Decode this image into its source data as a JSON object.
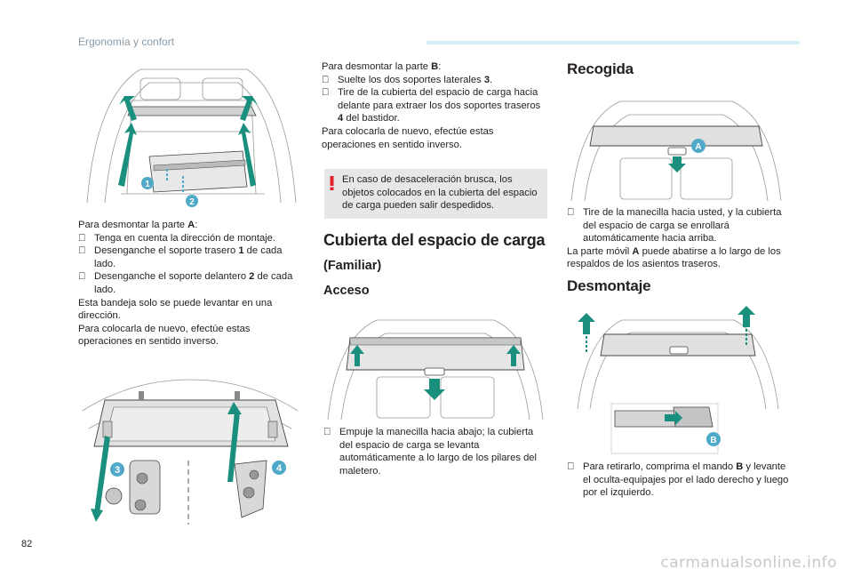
{
  "header": {
    "title": "Ergonomía y confort"
  },
  "page_number": "82",
  "watermark": "carmanualsonline.info",
  "col1": {
    "intro": "Para desmontar la parte ",
    "intro_letter": "A",
    "intro_end": ":",
    "bullets": [
      {
        "text": "Tenga en cuenta la dirección de montaje."
      },
      {
        "pre": "Desenganche el soporte trasero ",
        "bold": "1",
        "post": " de cada lado."
      },
      {
        "pre": "Desenganche el soporte delantero ",
        "bold": "2",
        "post": " de cada lado."
      }
    ],
    "para1": "Esta bandeja solo se puede levantar en una dirección.",
    "para2": "Para colocarla de nuevo, efectúe estas operaciones en sentido inverso."
  },
  "col2": {
    "intro": "Para desmontar la parte ",
    "intro_letter": "B",
    "intro_end": ":",
    "bullets": [
      {
        "pre": "Suelte los dos soportes laterales ",
        "bold": "3",
        "post": "."
      },
      {
        "pre": "Tire de la cubierta del espacio de carga hacia delante para extraer los dos soportes traseros ",
        "bold": "4",
        "post": " del bastidor."
      }
    ],
    "para": "Para colocarla de nuevo, efectúe estas operaciones en sentido inverso.",
    "warning": "En caso de desaceleración brusca, los objetos colocados en la cubierta del espacio de carga pueden salir despedidos.",
    "section_title": "Cubierta del espacio de carga",
    "subtitle": "(Familiar)",
    "access_title": "Acceso",
    "access_bullet": "Empuje la manecilla hacia abajo; la cubierta del espacio de carga se levanta automáticamente a lo largo de los pilares del maletero."
  },
  "col3": {
    "recogida_title": "Recogida",
    "recogida_bullet": "Tire de la manecilla hacia usted, y la cubierta del espacio de carga se enrollará automáticamente hacia arriba.",
    "recogida_para_pre": "La parte móvil ",
    "recogida_para_bold": "A",
    "recogida_para_post": " puede abatirse a lo largo de los respaldos de los asientos traseros.",
    "desmontaje_title": "Desmontaje",
    "desmontaje_bullet_pre": "Para retirarlo, comprima el mando ",
    "desmontaje_bullet_bold": "B",
    "desmontaje_bullet_post": " y levante el oculta-equipajes por el lado derecho y luego por el izquierdo."
  },
  "figure_labels": {
    "one": "1",
    "two": "2",
    "three": "3",
    "four": "4",
    "a": "A",
    "b": "B"
  },
  "bullet_marker": "",
  "colors": {
    "accent": "#4fa9c8",
    "arrow_green": "#1a8f7e",
    "warning_red": "#e2232a",
    "warning_bg": "#e6e7e8"
  }
}
